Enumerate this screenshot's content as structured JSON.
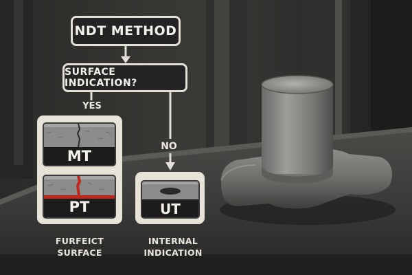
{
  "flowchart": {
    "root": {
      "label": "NDT METHOD"
    },
    "question": {
      "label": "SURFACE INDICATION?"
    },
    "branches": {
      "yes": {
        "label": "YES"
      },
      "no": {
        "label": "NO"
      }
    },
    "methods": {
      "mt": {
        "label": "MT"
      },
      "pt": {
        "label": "PT"
      },
      "ut": {
        "label": "UT"
      }
    },
    "captions": {
      "surface": {
        "line1": "FURFEICT",
        "line2": "SURFACE"
      },
      "internal": {
        "line1": "INTERNAL",
        "line2": "INDICATION"
      }
    }
  },
  "colors": {
    "node_fill": "#232323",
    "node_border": "#e4e0d8",
    "arrow": "#e4e0d8",
    "panel": "#e7e3d9",
    "pt_dye": "#c0281e",
    "metal_block": "#8c8c8c"
  },
  "scene": {
    "background": "dark workshop",
    "object": "cast metal flanged hub on steel workbench"
  }
}
